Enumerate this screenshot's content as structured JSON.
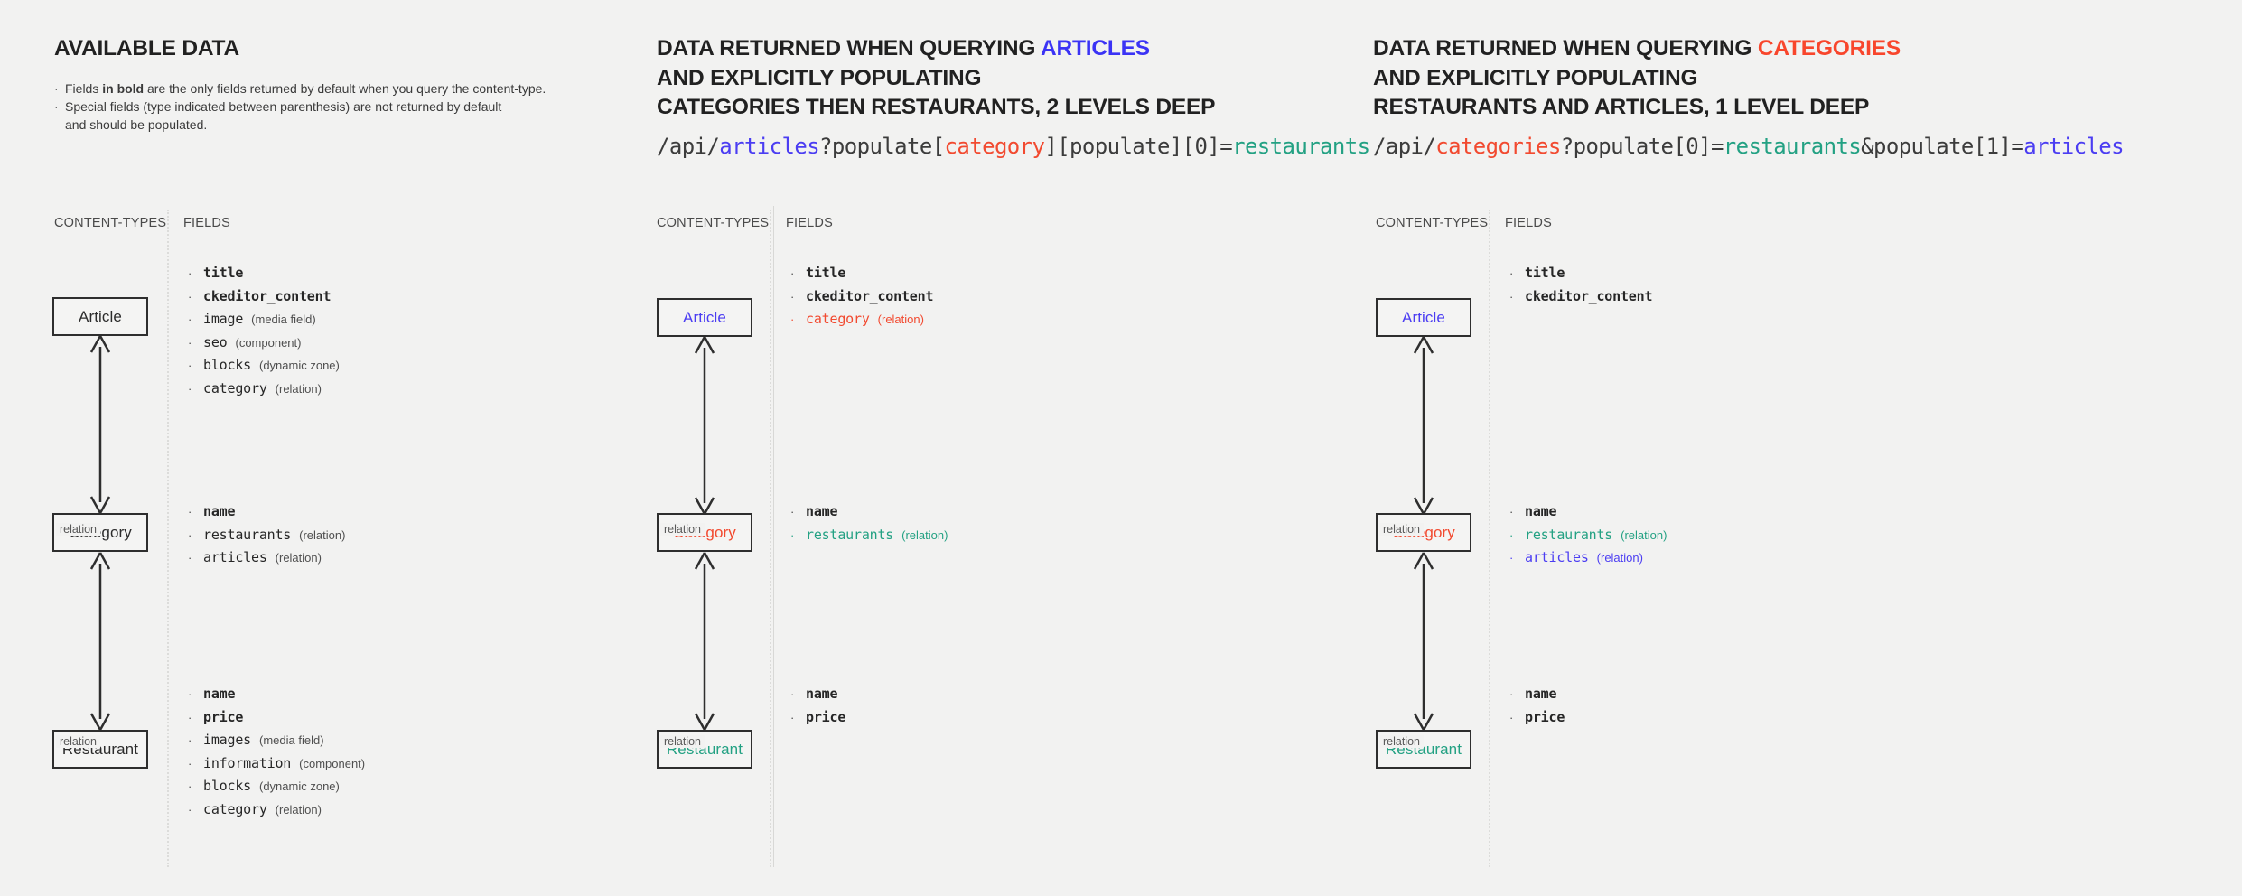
{
  "theme": {
    "background": "#f2f2f1",
    "ink": "#2b2b2b",
    "accent_blue": "#4b3df2",
    "accent_red": "#f24a30",
    "accent_green": "#23a183",
    "heading_blue": "#3b33f5",
    "heading_red": "#f8462c"
  },
  "columns": [
    {
      "id": "available-data",
      "heading": {
        "line1_pre": "AVAILABLE DATA",
        "line1_accent": "",
        "line2": "",
        "line3": ""
      },
      "intro": [
        {
          "pre": "Fields ",
          "bold": "in bold",
          "post": " are the only fields returned by default when you query the content-type."
        },
        {
          "pre": "Special fields (type indicated between parenthesis) are not returned by default",
          "bold": "",
          "post": ""
        },
        {
          "pre": "and should be populated.",
          "bold": "",
          "post": "",
          "continuation": true
        }
      ],
      "query": null,
      "sublabels": {
        "content_types": "CONTENT-TYPES",
        "fields": "FIELDS"
      },
      "nodes": [
        {
          "label": "Article",
          "color": "default"
        },
        {
          "label": "Category",
          "color": "default"
        },
        {
          "label": "Restaurant",
          "color": "default"
        }
      ],
      "relations": [
        {
          "label": "relation"
        },
        {
          "label": "relation"
        }
      ],
      "field_groups": [
        {
          "for": "Article",
          "fields": [
            {
              "name": "title",
              "kind": "",
              "bold": true,
              "color": "default"
            },
            {
              "name": "ckeditor_content",
              "kind": "",
              "bold": true,
              "color": "default"
            },
            {
              "name": "image",
              "kind": "(media field)",
              "bold": false,
              "color": "default"
            },
            {
              "name": "seo",
              "kind": "(component)",
              "bold": false,
              "color": "default"
            },
            {
              "name": "blocks",
              "kind": "(dynamic zone)",
              "bold": false,
              "color": "default"
            },
            {
              "name": "category",
              "kind": "(relation)",
              "bold": false,
              "color": "default"
            }
          ]
        },
        {
          "for": "Category",
          "fields": [
            {
              "name": "name",
              "kind": "",
              "bold": true,
              "color": "default"
            },
            {
              "name": "restaurants",
              "kind": "(relation)",
              "bold": false,
              "color": "default"
            },
            {
              "name": "articles",
              "kind": "(relation)",
              "bold": false,
              "color": "default"
            }
          ]
        },
        {
          "for": "Restaurant",
          "fields": [
            {
              "name": "name",
              "kind": "",
              "bold": true,
              "color": "default"
            },
            {
              "name": "price",
              "kind": "",
              "bold": true,
              "color": "default"
            },
            {
              "name": "images",
              "kind": "(media field)",
              "bold": false,
              "color": "default"
            },
            {
              "name": "information",
              "kind": "(component)",
              "bold": false,
              "color": "default"
            },
            {
              "name": "blocks",
              "kind": "(dynamic zone)",
              "bold": false,
              "color": "default"
            },
            {
              "name": "category",
              "kind": "(relation)",
              "bold": false,
              "color": "default"
            }
          ]
        }
      ]
    },
    {
      "id": "query-articles",
      "heading": {
        "line1_pre": "DATA RETURNED WHEN QUERYING ",
        "line1_accent": "ARTICLES",
        "line1_accent_color": "blue",
        "line2": "AND EXPLICITLY POPULATING",
        "line3": "CATEGORIES THEN RESTAURANTS, 2 LEVELS DEEP"
      },
      "intro": [],
      "query": {
        "parts": [
          {
            "text": "/api/",
            "color": "default"
          },
          {
            "text": "articles",
            "color": "blue"
          },
          {
            "text": "?populate[",
            "color": "default"
          },
          {
            "text": "category",
            "color": "red"
          },
          {
            "text": "][populate][0]=",
            "color": "default"
          },
          {
            "text": "restaurants",
            "color": "green"
          }
        ]
      },
      "sublabels": {
        "content_types": "CONTENT-TYPES",
        "fields": "FIELDS"
      },
      "nodes": [
        {
          "label": "Article",
          "color": "blue"
        },
        {
          "label": "Category",
          "color": "red"
        },
        {
          "label": "Restaurant",
          "color": "green"
        }
      ],
      "relations": [
        {
          "label": "relation"
        },
        {
          "label": "relation"
        }
      ],
      "field_groups": [
        {
          "for": "Article",
          "fields": [
            {
              "name": "title",
              "kind": "",
              "bold": true,
              "color": "default"
            },
            {
              "name": "ckeditor_content",
              "kind": "",
              "bold": true,
              "color": "default"
            },
            {
              "name": "category",
              "kind": "(relation)",
              "bold": false,
              "color": "red"
            }
          ]
        },
        {
          "for": "Category",
          "fields": [
            {
              "name": "name",
              "kind": "",
              "bold": true,
              "color": "default"
            },
            {
              "name": "restaurants",
              "kind": "(relation)",
              "bold": false,
              "color": "green"
            }
          ]
        },
        {
          "for": "Restaurant",
          "fields": [
            {
              "name": "name",
              "kind": "",
              "bold": true,
              "color": "default"
            },
            {
              "name": "price",
              "kind": "",
              "bold": true,
              "color": "default"
            }
          ]
        }
      ]
    },
    {
      "id": "query-categories",
      "heading": {
        "line1_pre": "DATA RETURNED WHEN QUERYING ",
        "line1_accent": "CATEGORIES",
        "line1_accent_color": "red",
        "line2": "AND EXPLICITLY POPULATING",
        "line3": "RESTAURANTS AND ARTICLES, 1 LEVEL DEEP"
      },
      "intro": [],
      "query": {
        "parts": [
          {
            "text": "/api/",
            "color": "default"
          },
          {
            "text": "categories",
            "color": "red"
          },
          {
            "text": "?populate[0]=",
            "color": "default"
          },
          {
            "text": "restaurants",
            "color": "green"
          },
          {
            "text": "&populate[1]=",
            "color": "default"
          },
          {
            "text": "articles",
            "color": "blue"
          }
        ]
      },
      "sublabels": {
        "content_types": "CONTENT-TYPES",
        "fields": "FIELDS"
      },
      "nodes": [
        {
          "label": "Article",
          "color": "blue"
        },
        {
          "label": "Category",
          "color": "red"
        },
        {
          "label": "Restaurant",
          "color": "green"
        }
      ],
      "relations": [
        {
          "label": "relation"
        },
        {
          "label": "relation"
        }
      ],
      "field_groups": [
        {
          "for": "Article",
          "fields": [
            {
              "name": "title",
              "kind": "",
              "bold": true,
              "color": "default"
            },
            {
              "name": "ckeditor_content",
              "kind": "",
              "bold": true,
              "color": "default"
            }
          ]
        },
        {
          "for": "Category",
          "fields": [
            {
              "name": "name",
              "kind": "",
              "bold": true,
              "color": "default"
            },
            {
              "name": "restaurants",
              "kind": "(relation)",
              "bold": false,
              "color": "green"
            },
            {
              "name": "articles",
              "kind": "(relation)",
              "bold": false,
              "color": "blue"
            }
          ]
        },
        {
          "for": "Restaurant",
          "fields": [
            {
              "name": "name",
              "kind": "",
              "bold": true,
              "color": "default"
            },
            {
              "name": "price",
              "kind": "",
              "bold": true,
              "color": "default"
            }
          ]
        }
      ]
    }
  ]
}
